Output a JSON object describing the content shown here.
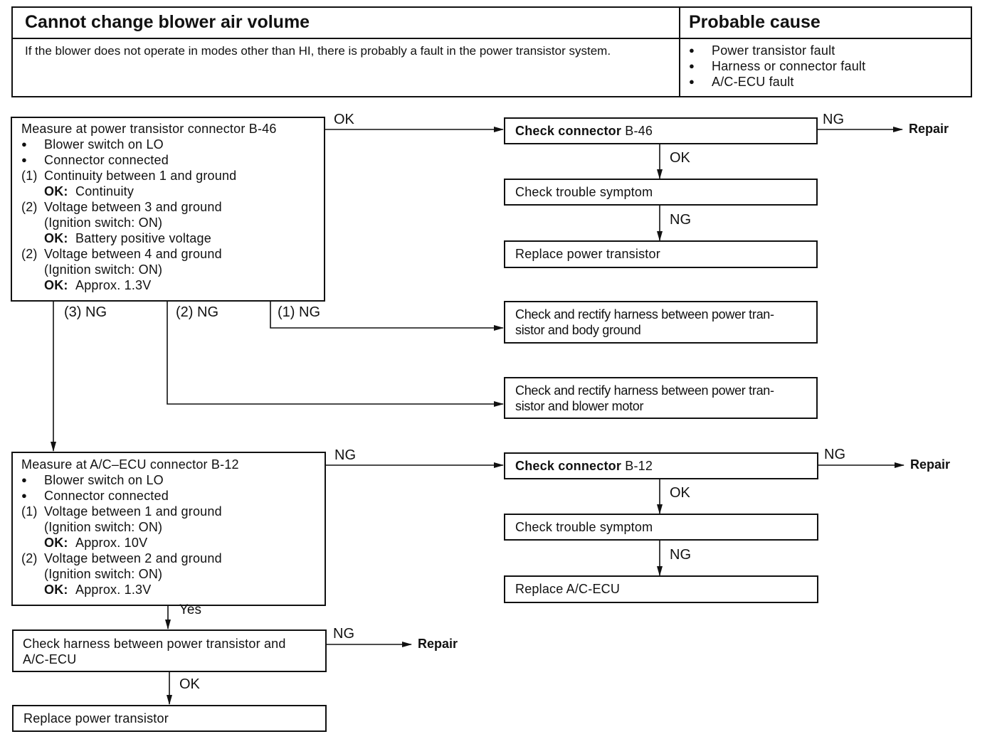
{
  "header": {
    "title": "Cannot change blower air volume",
    "cause_title": "Probable cause",
    "description": "If the blower does not operate in modes other than HI, there is probably a fault in the power transistor system.",
    "causes": [
      "Power transistor fault",
      "Harness or connector fault",
      "A/C-ECU fault"
    ]
  },
  "step1": {
    "title": "Measure at power transistor connector B-46",
    "bullets": [
      "Blower switch on LO",
      "Connector connected"
    ],
    "n1": "(1)",
    "c1": "Continuity between 1 and ground",
    "ok_label": "OK:",
    "ok1": "Continuity",
    "n2": "(2)",
    "c2": "Voltage between 3 and ground",
    "ign": "(Ignition switch: ON)",
    "ok2": "Battery positive voltage",
    "n3": "(2)",
    "c3": "Voltage between 4 and ground",
    "ok3": "Approx. 1.3V"
  },
  "right1": {
    "check_bold": "Check connector",
    "check_code": "B-46",
    "symptom": "Check trouble symptom",
    "replace": "Replace power transistor"
  },
  "rect1": {
    "line1": "Check and rectify harness between power tran-",
    "line2": "sistor and body ground"
  },
  "rect2": {
    "line1": "Check and rectify harness between power tran-",
    "line2": "sistor and blower motor"
  },
  "step2": {
    "title": "Measure at A/C–ECU connector B-12",
    "bullets": [
      "Blower switch on LO",
      "Connector connected"
    ],
    "n1": "(1)",
    "c1": "Voltage between 1 and ground",
    "ign": "(Ignition switch: ON)",
    "ok_label": "OK:",
    "ok1": "Approx. 10V",
    "n2": "(2)",
    "c2": "Voltage between 2 and ground",
    "ok2": "Approx. 1.3V"
  },
  "right2": {
    "check_bold": "Check connector",
    "check_code": "B-12",
    "symptom": "Check trouble symptom",
    "replace": "Replace A/C-ECU"
  },
  "step3": {
    "line1": "Check harness between power transistor and",
    "line2": "A/C-ECU"
  },
  "step4": {
    "text": "Replace power transistor"
  },
  "labels": {
    "ok": "OK",
    "ng": "NG",
    "yes": "Yes",
    "ng3": "(3) NG",
    "ng2": "(2) NG",
    "ng1": "(1) NG",
    "repair": "Repair"
  }
}
